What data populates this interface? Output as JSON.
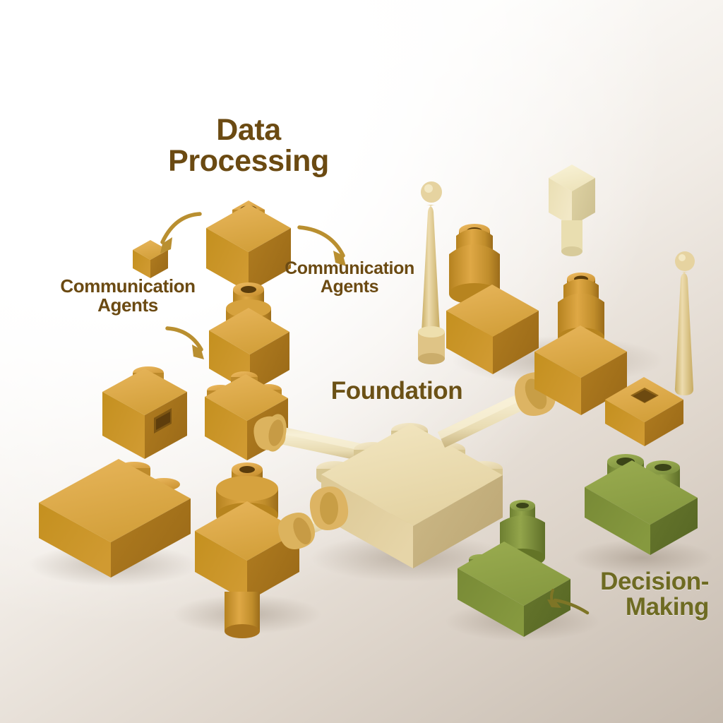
{
  "scene": {
    "title": "Isometric LEGO brick assembly diagram",
    "background": {
      "top_left_color": "#ffffff",
      "bottom_right_color": "#c6bbaf"
    },
    "palette": {
      "gold_light": "#e3ae52",
      "gold": "#cf9a35",
      "gold_mid": "#c08c2d",
      "gold_dark": "#a87324",
      "gold_deep": "#8d5f1c",
      "cream_light": "#f0e4bf",
      "cream": "#e2d2a4",
      "cream_dark": "#cbb985",
      "ivory": "#f4edc9",
      "olive_light": "#93a348",
      "olive": "#7d8f3c",
      "olive_dark": "#67792f",
      "text_brown": "#6b4a12",
      "text_olive": "#6e6b22",
      "arrow_gold": "#b98f30",
      "arrow_olive": "#7e7526"
    }
  },
  "labels": {
    "data_processing": "Data\nProcessing",
    "communication_agents_left": "Communication\nAgents",
    "communication_agents_right": "Communication\nAgents",
    "foundation": "Foundation",
    "decision_making": "Decision-\nMaking"
  },
  "arrows": [
    {
      "name": "arrow-to-small-cube",
      "from": "Data Processing title",
      "to": "small gold cube",
      "color": "#b98f30"
    },
    {
      "name": "arrow-to-right-comm",
      "from": "top gold brick",
      "to": "Communication Agents (right)",
      "color": "#b98f30"
    },
    {
      "name": "arrow-to-mid-stack",
      "from": "Communication Agents (left)",
      "to": "mid gold brick stack",
      "color": "#b98f30"
    },
    {
      "name": "arrow-to-green-brick",
      "from": "Decision-Making label",
      "to": "green brick with dome",
      "color": "#7e7526"
    }
  ],
  "pieces": [
    {
      "name": "small-gold-cube",
      "group": "data-processing",
      "color": "#cf9a35",
      "shape": "1x1 cube"
    },
    {
      "name": "top-gold-brick-with-stud",
      "group": "data-processing",
      "color": "#cf9a35",
      "shape": "1x1 brick with one stud"
    },
    {
      "name": "mid-gold-brick-with-dome",
      "group": "data-processing",
      "color": "#cf9a35",
      "shape": "1x1 brick with dome cylinder"
    },
    {
      "name": "gold-brick-three-studs-axle",
      "group": "data-processing",
      "color": "#cf9a35",
      "shape": "2x2 brick with axle port"
    },
    {
      "name": "gold-brick-side-hole",
      "group": "loose-left",
      "color": "#cf9a35",
      "shape": "1x1 brick with side hole"
    },
    {
      "name": "gold-brick-2x4",
      "group": "loose-left",
      "color": "#cf9a35",
      "shape": "2x4 studded brick"
    },
    {
      "name": "lower-gold-brick-with-dome",
      "group": "data-processing",
      "color": "#cf9a35",
      "shape": "brick with dome cylinder and peg"
    },
    {
      "name": "foundation-plate-3x3",
      "group": "foundation",
      "color": "#e2d2a4",
      "shape": "3x3 studded plate with two axle ports"
    },
    {
      "name": "axle-rod-upper-left",
      "group": "foundation",
      "color": "#ece0bd",
      "shape": "long cream axle rod"
    },
    {
      "name": "axle-rod-lower-left",
      "group": "foundation",
      "color": "#ece0bd",
      "shape": "long cream axle rod"
    },
    {
      "name": "axle-rod-upper-right",
      "group": "foundation",
      "color": "#ece0bd",
      "shape": "long cream axle rod"
    },
    {
      "name": "antenna-rod-left",
      "group": "communication",
      "color": "#e2cf93",
      "shape": "tall antenna with ball tip"
    },
    {
      "name": "antenna-rod-right",
      "group": "communication",
      "color": "#e2cf93",
      "shape": "tall antenna with ball tip"
    },
    {
      "name": "gold-dome-cylinder-left",
      "group": "communication",
      "color": "#cf9a35",
      "shape": "dome cylinder with open top"
    },
    {
      "name": "gold-dome-cylinder-right",
      "group": "communication",
      "color": "#cf9a35",
      "shape": "dome cylinder with open top"
    },
    {
      "name": "gold-brick-two-studs",
      "group": "communication",
      "color": "#cf9a35",
      "shape": "2x2 brick with two studs"
    },
    {
      "name": "gold-brick-right-base",
      "group": "communication",
      "color": "#cf9a35",
      "shape": "2x2 base brick"
    },
    {
      "name": "ivory-block-with-peg",
      "group": "communication",
      "color": "#f4edc9",
      "shape": "cream block with peg stem"
    },
    {
      "name": "gold-frame-brick",
      "group": "communication",
      "color": "#cf9a35",
      "shape": "frame brick with square hole"
    },
    {
      "name": "green-brick-with-dome",
      "group": "decision-making",
      "color": "#7d8f3c",
      "shape": "green brick with dome cylinder and two studs"
    },
    {
      "name": "green-brick-two-cylinders",
      "group": "decision-making",
      "color": "#7d8f3c",
      "shape": "green brick with two open cylinders"
    }
  ]
}
